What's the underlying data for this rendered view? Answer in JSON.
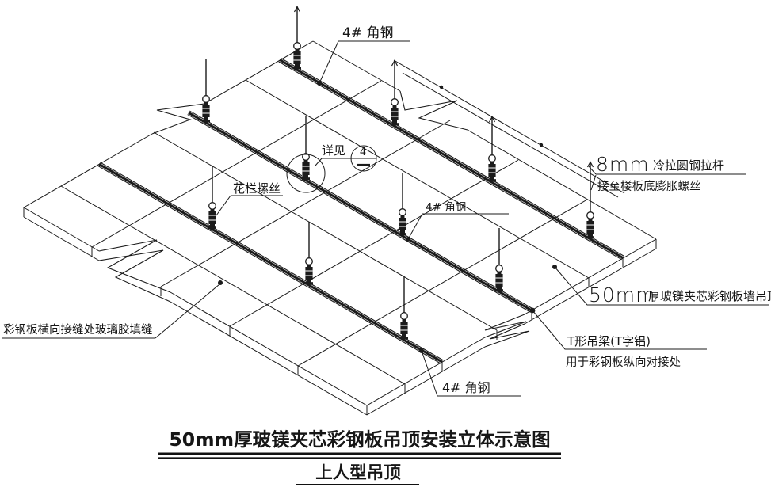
{
  "drawing": {
    "callouts": {
      "angle_steel_top": "4# 角钢",
      "angle_steel_middle": "4# 角钢",
      "angle_steel_bottom": "4# 角钢",
      "see_detail": "详见",
      "detail_bubble_number": "4",
      "turnbuckle": "花栏螺丝",
      "tie_rod_size": "8mm",
      "tie_rod_name": "冷拉圆钢拉杆",
      "tie_rod_note": "接至楼板底膨胀螺丝",
      "panel_size": "50mm",
      "panel_name": "厚玻镁夹芯彩钢板墙吊顶",
      "t_beam": "T形吊梁(T字铝)",
      "t_beam_note": "用于彩钢板纵向对接处",
      "transverse_joint": "彩钢板横向接缝处玻璃胶填缝"
    },
    "title": "50mm厚玻镁夹芯彩钢板吊顶安装立体示意图",
    "subtitle": "上人型吊顶",
    "colors": {
      "ink": "#1b1b1b",
      "background": "#ffffff"
    }
  }
}
